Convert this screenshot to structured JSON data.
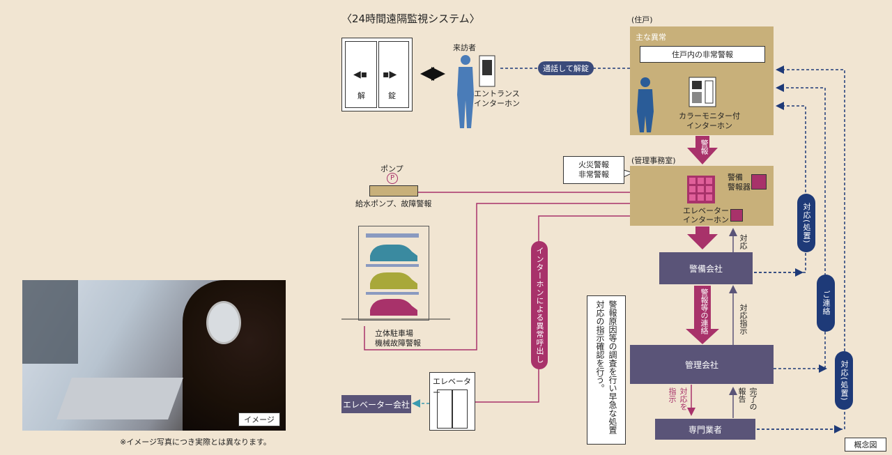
{
  "title": "〈24時間遠隔監視システム〉",
  "door": {
    "left_label": "解",
    "right_label": "錠"
  },
  "visitor_label": "来訪者",
  "entrance_intercom_label": "エントランス\nインターホン",
  "call_unlock_label": "通話して解錠",
  "residence": {
    "label": "(住戸)",
    "main_anomaly_label": "主な異常",
    "alarm_box_label": "住戸内の非常警報",
    "monitor_label": "カラーモニター付\nインターホン"
  },
  "alarm_arrow_label": "警報",
  "office": {
    "label": "(管理事務室)",
    "callout": "火災警報\n非常警報",
    "security_alarm_label": "警備\n警報器",
    "elevator_intercom_label": "エレベーター\nインターホン"
  },
  "pump": {
    "label": "ポンプ",
    "symbol": "P",
    "caption": "給水ポンプ、故障警報"
  },
  "parking_caption": "立体駐車場\n機械故障警報",
  "intercom_call_pill": "インターホンによる異常呼出し",
  "security_company": "警備会社",
  "response_label": "対応",
  "alarm_contact_label": "警報等の連絡",
  "response_instruction_label": "対応指示",
  "management_company": "管理会社",
  "instruction_text": "警報原因等の調査を行い早急な処置対応の指示確認を行う。",
  "instruct_response_label": "対応を指示",
  "report_label": "完了の報告",
  "specialist": "専門業者",
  "pill_response1": "対応(処置)",
  "pill_contact": "ご連絡",
  "pill_response2": "対応(処置)",
  "elevator_label": "エレベーター",
  "elevator_company": "エレベーター会社",
  "photo_tag": "イメージ",
  "photo_caption": "※イメージ写真につき実際とは異なります。",
  "concept_label": "概念図",
  "colors": {
    "magenta": "#a8326a",
    "navy": "#1e3a78",
    "tan": "#c8b07a",
    "slate": "#5a5478"
  }
}
